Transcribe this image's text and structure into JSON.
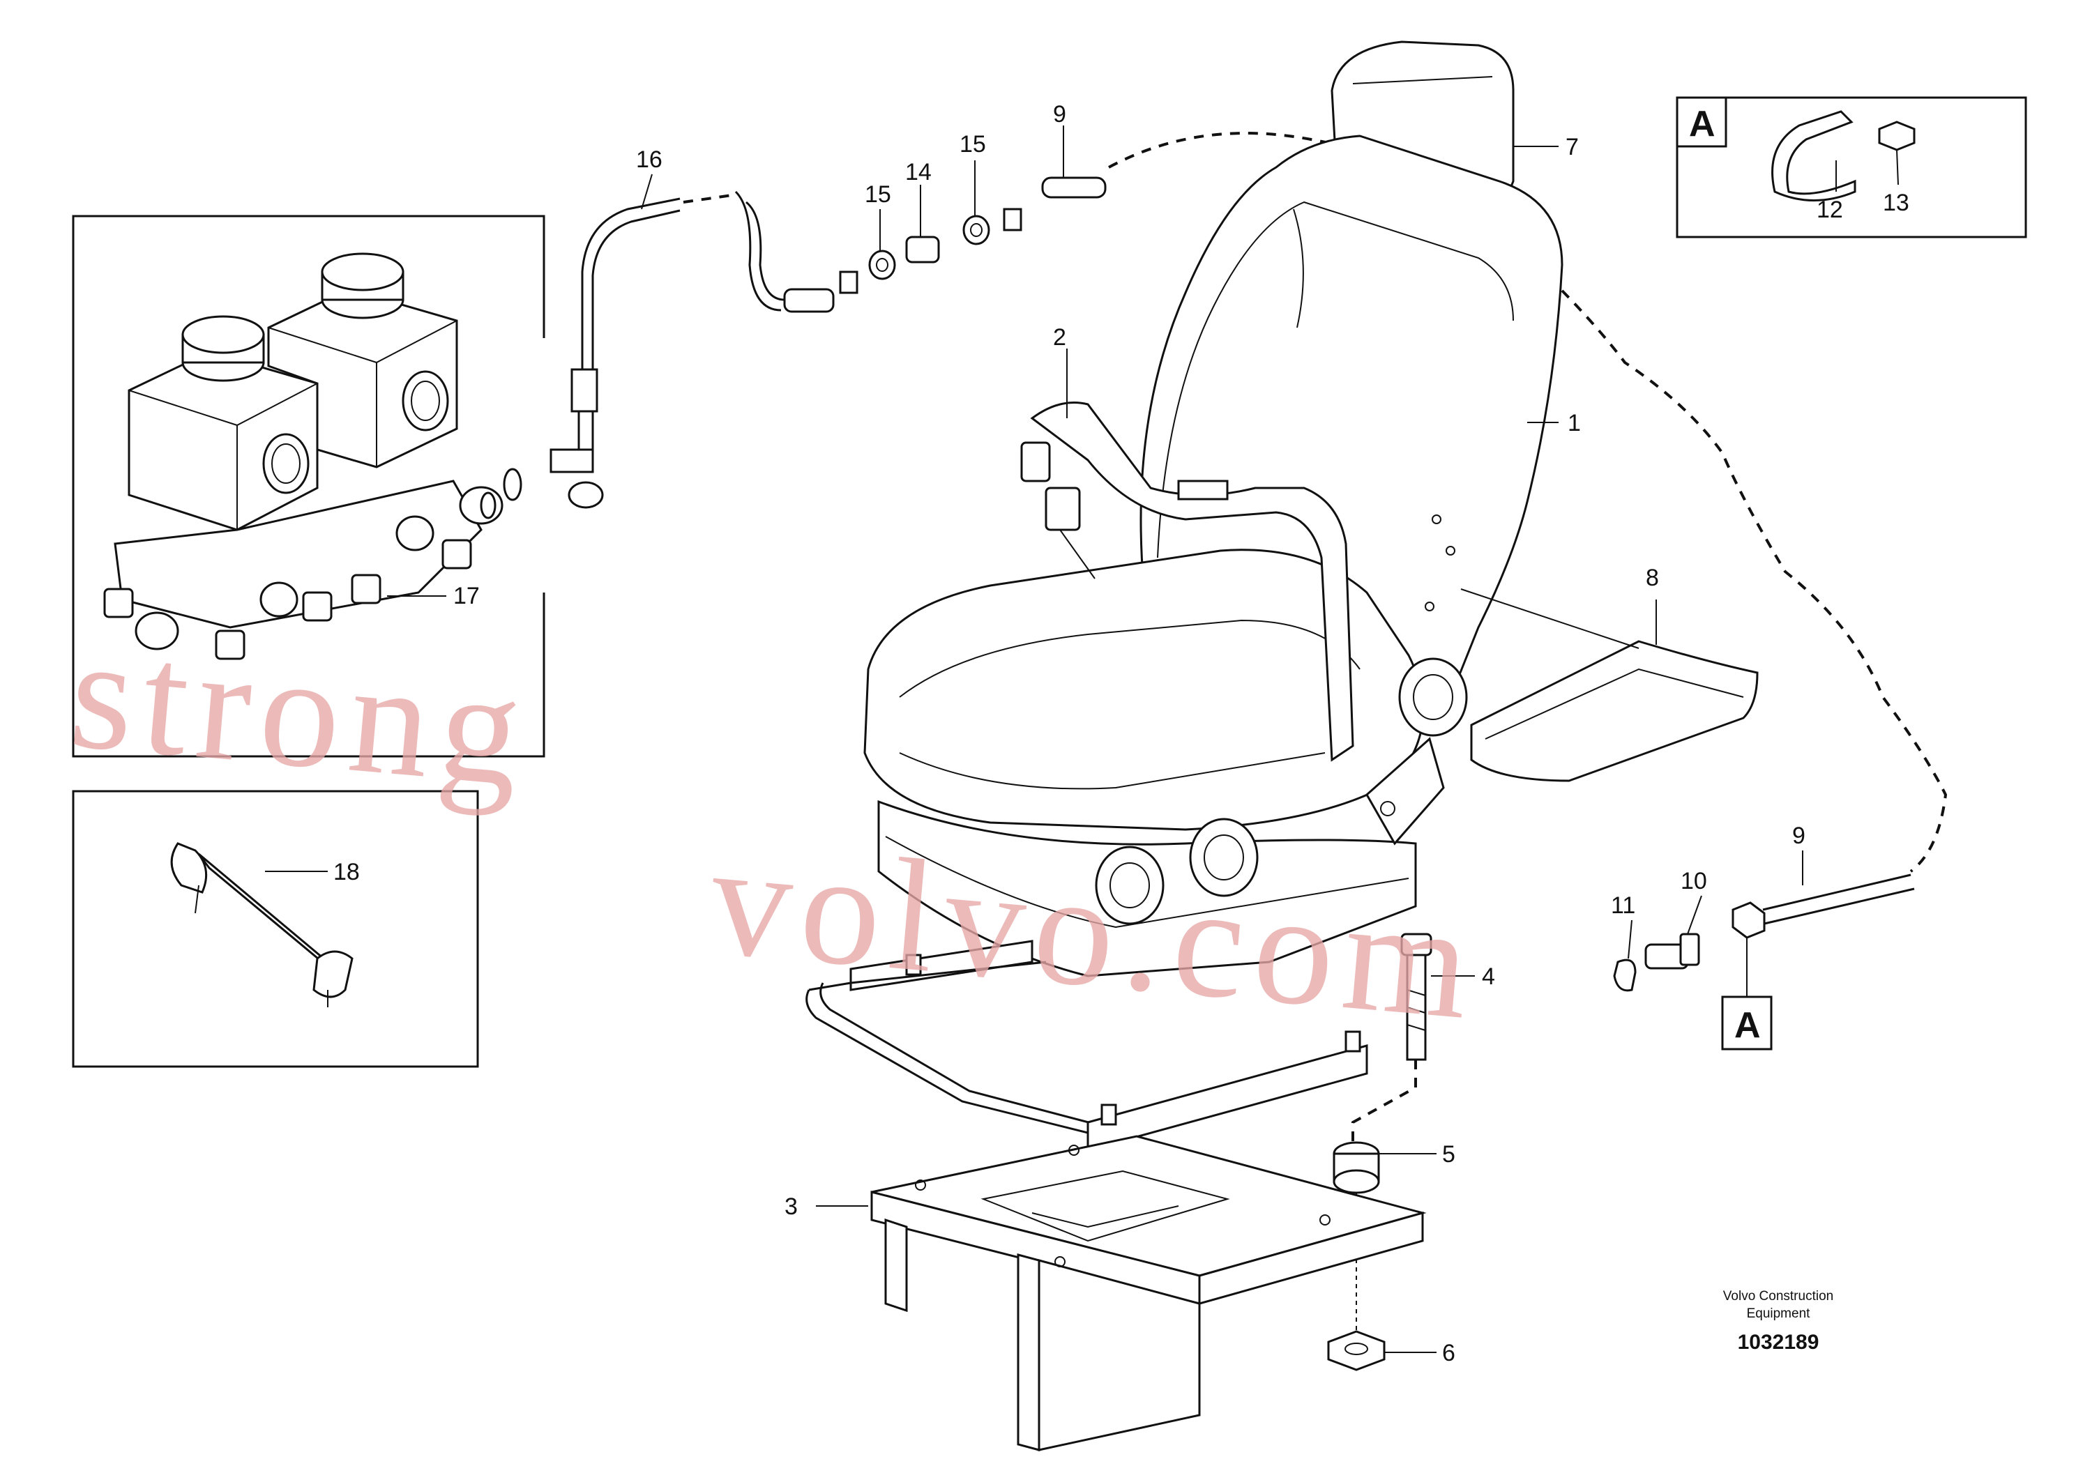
{
  "callouts": [
    {
      "id": "1",
      "label": "1"
    },
    {
      "id": "2",
      "label": "2"
    },
    {
      "id": "3",
      "label": "3"
    },
    {
      "id": "4",
      "label": "4"
    },
    {
      "id": "5",
      "label": "5"
    },
    {
      "id": "6",
      "label": "6"
    },
    {
      "id": "7",
      "label": "7"
    },
    {
      "id": "8",
      "label": "8"
    },
    {
      "id": "9a",
      "label": "9"
    },
    {
      "id": "9b",
      "label": "9"
    },
    {
      "id": "10",
      "label": "10"
    },
    {
      "id": "11",
      "label": "11"
    },
    {
      "id": "12",
      "label": "12"
    },
    {
      "id": "13",
      "label": "13"
    },
    {
      "id": "14",
      "label": "14"
    },
    {
      "id": "15a",
      "label": "15"
    },
    {
      "id": "15b",
      "label": "15"
    },
    {
      "id": "16",
      "label": "16"
    },
    {
      "id": "17",
      "label": "17"
    },
    {
      "id": "18",
      "label": "18"
    }
  ],
  "detail": {
    "letter": "A",
    "marker": "A"
  },
  "footer": {
    "brand_line1": "Volvo Construction",
    "brand_line2": "Equipment",
    "drawing_number": "1032189"
  },
  "watermark": {
    "line1": "strong",
    "line2": "volvo.com"
  }
}
